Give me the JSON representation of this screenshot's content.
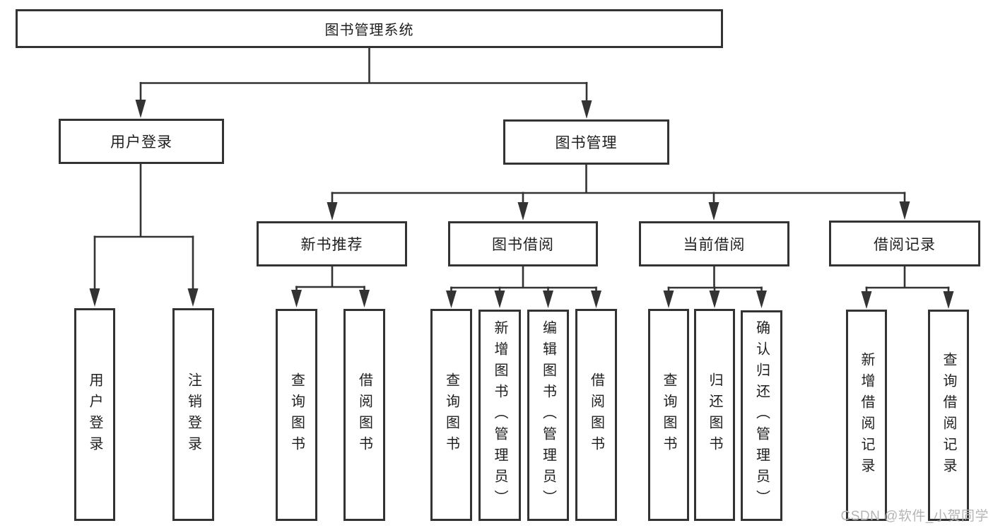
{
  "diagram_type": "hierarchy",
  "tree": {
    "label": "图书管理系统",
    "children": [
      {
        "label": "用户登录",
        "children": [
          {
            "label": "用户登录"
          },
          {
            "label": "注销登录"
          }
        ]
      },
      {
        "label": "图书管理",
        "children": [
          {
            "label": "新书推荐",
            "children": [
              {
                "label": "查询图书"
              },
              {
                "label": "借阅图书"
              }
            ]
          },
          {
            "label": "图书借阅",
            "children": [
              {
                "label": "查询图书"
              },
              {
                "label": "新增图书（管理员）"
              },
              {
                "label": "编辑图书（管理员）"
              },
              {
                "label": "借阅图书"
              }
            ]
          },
          {
            "label": "当前借阅",
            "children": [
              {
                "label": "查询图书"
              },
              {
                "label": "归还图书"
              },
              {
                "label": "确认归还（管理员）"
              }
            ]
          },
          {
            "label": "借阅记录",
            "children": [
              {
                "label": "新增借阅记录"
              },
              {
                "label": "查询借阅记录"
              }
            ]
          }
        ]
      }
    ]
  },
  "watermark": {
    "text": "CSDN @软件_小贺同学"
  },
  "colors": {
    "line": "#333333",
    "box_border": "#333333",
    "text": "#1f1f1f",
    "watermark": "#b5b5b5",
    "background": "#ffffff"
  }
}
